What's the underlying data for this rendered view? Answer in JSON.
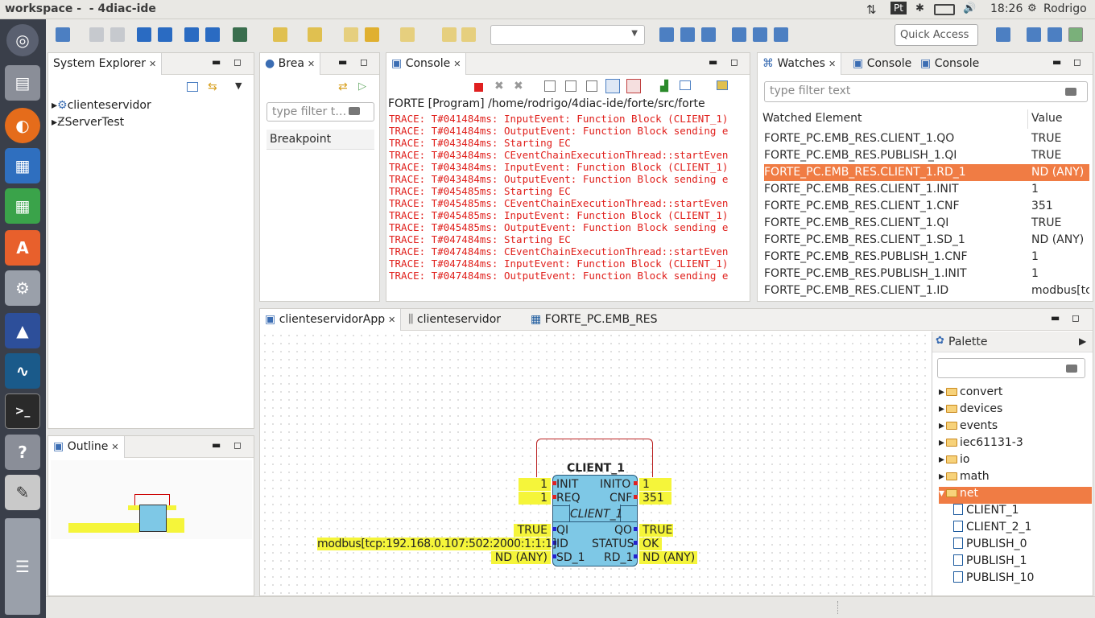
{
  "topbar": {
    "title": "workspace -  - 4diac-ide",
    "lang": "Pt",
    "time": "18:26",
    "user": "Rodrigo"
  },
  "toolbar": {
    "quick_access": "Quick Access"
  },
  "system_explorer": {
    "tab": "System Explorer",
    "items": [
      "clienteservidor",
      "ServerTest"
    ]
  },
  "breakpoints": {
    "tab": "Brea",
    "filter_placeholder": "type filter t…",
    "column": "Breakpoint"
  },
  "console": {
    "tab": "Console",
    "header": "FORTE [Program] /home/rodrigo/4diac-ide/forte/src/forte",
    "lines": [
      "TRACE: T#041484ms: InputEvent: Function Block (CLIENT_1)",
      "TRACE: T#041484ms: OutputEvent: Function Block sending e",
      "TRACE: T#043484ms: Starting EC",
      "TRACE: T#043484ms: CEventChainExecutionThread::startEven",
      "TRACE: T#043484ms: InputEvent: Function Block (CLIENT_1)",
      "TRACE: T#043484ms: OutputEvent: Function Block sending e",
      "TRACE: T#045485ms: Starting EC",
      "TRACE: T#045485ms: CEventChainExecutionThread::startEven",
      "TRACE: T#045485ms: InputEvent: Function Block (CLIENT_1)",
      "TRACE: T#045485ms: OutputEvent: Function Block sending e",
      "TRACE: T#047484ms: Starting EC",
      "TRACE: T#047484ms: CEventChainExecutionThread::startEven",
      "TRACE: T#047484ms: InputEvent: Function Block (CLIENT_1)",
      "TRACE: T#047484ms: OutputEvent: Function Block sending e"
    ]
  },
  "watches": {
    "tabs": [
      "Watches",
      "Console",
      "Console"
    ],
    "filter_placeholder": "type filter text",
    "col_element": "Watched Element",
    "col_value": "Value",
    "rows": [
      {
        "element": "FORTE_PC.EMB_RES.CLIENT_1.QO",
        "value": "TRUE"
      },
      {
        "element": "FORTE_PC.EMB_RES.PUBLISH_1.QI",
        "value": "TRUE"
      },
      {
        "element": "FORTE_PC.EMB_RES.CLIENT_1.RD_1",
        "value": "ND (ANY)"
      },
      {
        "element": "FORTE_PC.EMB_RES.CLIENT_1.INIT",
        "value": "1"
      },
      {
        "element": "FORTE_PC.EMB_RES.CLIENT_1.CNF",
        "value": "351"
      },
      {
        "element": "FORTE_PC.EMB_RES.CLIENT_1.QI",
        "value": "TRUE"
      },
      {
        "element": "FORTE_PC.EMB_RES.CLIENT_1.SD_1",
        "value": "ND (ANY)"
      },
      {
        "element": "FORTE_PC.EMB_RES.PUBLISH_1.CNF",
        "value": "1"
      },
      {
        "element": "FORTE_PC.EMB_RES.PUBLISH_1.INIT",
        "value": "1"
      },
      {
        "element": "FORTE_PC.EMB_RES.CLIENT_1.ID",
        "value": "modbus[tc"
      }
    ]
  },
  "outline": {
    "tab": "Outline"
  },
  "editor": {
    "tabs": [
      "clienteservidorApp",
      "clienteservidor",
      "FORTE_PC.EMB_RES"
    ],
    "fb": {
      "name": "CLIENT_1",
      "type": "CLIENT_1",
      "in_events": [
        "INIT",
        "REQ"
      ],
      "out_events": [
        "INITO",
        "CNF"
      ],
      "in_data": [
        "QI",
        "ID",
        "SD_1"
      ],
      "out_data": [
        "QO",
        "STATUS",
        "RD_1"
      ],
      "in_event_vals": [
        "1",
        "1"
      ],
      "out_event_vals": [
        "1",
        "351"
      ],
      "in_data_vals": [
        "TRUE",
        "modbus[tcp:192.168.0.107:502:2000:1:1:1]",
        "ND (ANY)"
      ],
      "out_data_vals": [
        "TRUE",
        "OK",
        "ND (ANY)"
      ]
    }
  },
  "palette": {
    "title": "Palette",
    "folders": [
      "convert",
      "devices",
      "events",
      "iec61131-3",
      "io",
      "math",
      "net"
    ],
    "net_items": [
      "CLIENT_1",
      "CLIENT_2_1",
      "PUBLISH_0",
      "PUBLISH_1",
      "PUBLISH_10"
    ]
  }
}
